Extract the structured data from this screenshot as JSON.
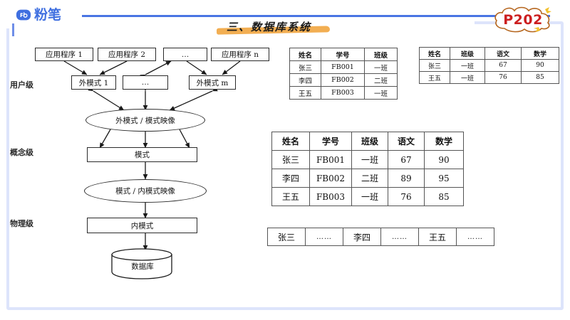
{
  "header": {
    "logo_text": "粉笔",
    "logo_icon": "fb-logo-icon",
    "title": "三、数据库系统",
    "page_badge": "P202"
  },
  "diagram": {
    "levels": [
      {
        "id": "user",
        "label": "用户级"
      },
      {
        "id": "conceptual",
        "label": "概念级"
      },
      {
        "id": "physical",
        "label": "物理级"
      }
    ],
    "applications": [
      {
        "label": "应用程序 1"
      },
      {
        "label": "应用程序 2"
      },
      {
        "label": "…"
      },
      {
        "label": "应用程序 n"
      }
    ],
    "external_schemas": [
      {
        "label": "外模式 1"
      },
      {
        "label": "…"
      },
      {
        "label": "外模式 m"
      }
    ],
    "mapping_external": "外模式 / 模式映像",
    "schema": "模式",
    "mapping_internal": "模式 / 内模式映像",
    "internal_schema": "内模式",
    "database": "数据库"
  },
  "tables": {
    "basic": {
      "headers": [
        "姓名",
        "学号",
        "班级"
      ],
      "rows": [
        [
          "张三",
          "FB001",
          "一班"
        ],
        [
          "李四",
          "FB002",
          "二班"
        ],
        [
          "王五",
          "FB003",
          "一班"
        ]
      ]
    },
    "view": {
      "headers": [
        "姓名",
        "班级",
        "语文",
        "数学"
      ],
      "rows": [
        [
          "张三",
          "一班",
          "67",
          "90"
        ],
        [
          "王五",
          "一班",
          "76",
          "85"
        ]
      ]
    },
    "main": {
      "headers": [
        "姓名",
        "学号",
        "班级",
        "语文",
        "数学"
      ],
      "rows": [
        [
          "张三",
          "FB001",
          "一班",
          "67",
          "90"
        ],
        [
          "李四",
          "FB002",
          "二班",
          "89",
          "95"
        ],
        [
          "王五",
          "FB003",
          "一班",
          "76",
          "85"
        ]
      ]
    },
    "storage_strip": {
      "cells": [
        "张三",
        "……",
        "李四",
        "……",
        "王五",
        "……"
      ]
    }
  },
  "colors": {
    "brand_blue": "#3f6fe0",
    "rule_blue": "#4a74e3",
    "frame_blue": "#dde4fb",
    "highlight_orange": "#f2ae52",
    "badge_red": "#cc1f20"
  }
}
